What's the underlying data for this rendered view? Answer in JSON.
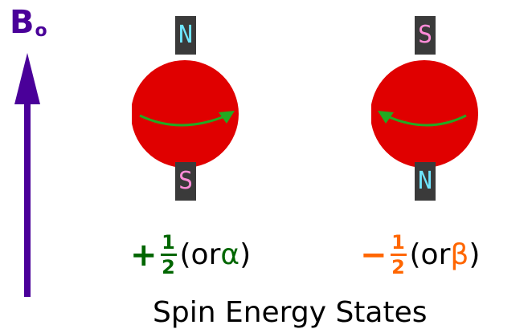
{
  "field": {
    "label": "B",
    "subscript": "o",
    "color": "#4a0099"
  },
  "particles": [
    {
      "top_pole": "N",
      "bottom_pole": "S",
      "spin_direction": "right"
    },
    {
      "top_pole": "S",
      "bottom_pole": "N",
      "spin_direction": "left"
    }
  ],
  "states": [
    {
      "sign": "+",
      "numerator": "1",
      "denominator": "2",
      "prefix": "(or ",
      "symbol": "α",
      "suffix": ")",
      "color": "#006600"
    },
    {
      "sign": "−",
      "numerator": "1",
      "denominator": "2",
      "prefix": "(or ",
      "symbol": "β",
      "suffix": ")",
      "color": "#ff6600"
    }
  ],
  "caption": "Spin Energy States",
  "colors": {
    "sphere": "#e00000",
    "arrow": "#22aa22",
    "bar": "#3a3a3a",
    "cyan": "#6fe6ff",
    "pink": "#ff8cd8"
  }
}
